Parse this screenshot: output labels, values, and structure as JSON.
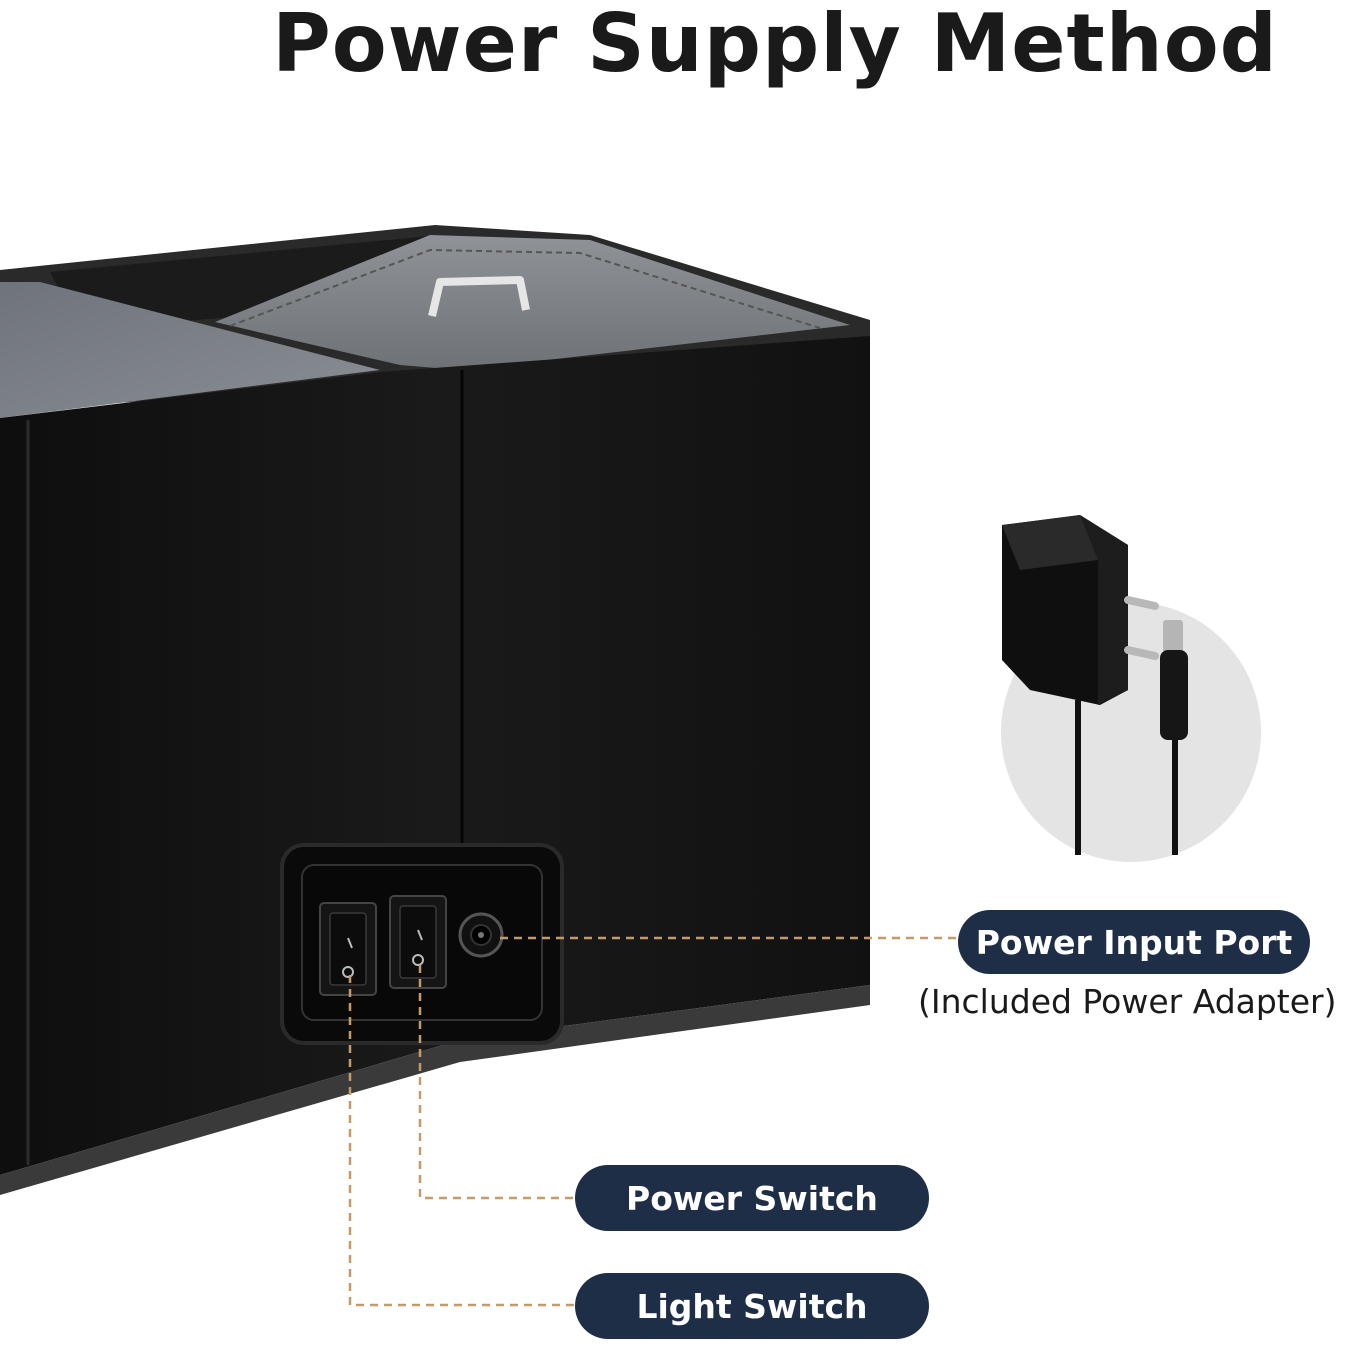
{
  "title": "Power Supply Method",
  "callouts": {
    "power_input": {
      "label": "Power Input Port",
      "note": "(Included Power Adapter)"
    },
    "power_switch": {
      "label": "Power Switch"
    },
    "light_switch": {
      "label": "Light Switch"
    }
  },
  "colors": {
    "pill": "#1f2e47",
    "leader": "#c49a6c",
    "box": "#131313"
  },
  "icons": {
    "adapter": "power-adapter-icon"
  }
}
